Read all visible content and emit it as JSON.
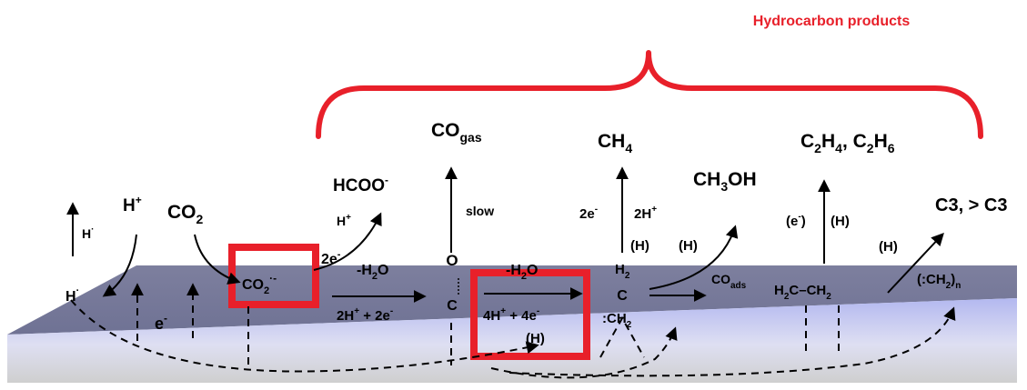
{
  "title": "Hydrocarbon products",
  "colors": {
    "accent": "#e8202a",
    "surface_top": "#7b7d9c",
    "surface_front_top": "#b8bcf2",
    "surface_front_bottom": "#d8d8d8",
    "line": "#000000"
  },
  "labels": {
    "h_radical_up": "H",
    "h_radical_up_sup": "·",
    "h_plus": "H",
    "h_plus_sup": "+",
    "co2": "CO",
    "co2_sub": "2",
    "h_radical_surface": "H",
    "h_radical_surface_sup": "·",
    "electron": "e",
    "electron_sup": "-",
    "co2_radical": "CO",
    "co2_radical_sub": "2",
    "co2_radical_sup": "·-",
    "two_e": "2e",
    "two_e_sup": "-",
    "formate": "HCOO",
    "formate_sup": "-",
    "formate_h": "H",
    "formate_h_sup": "+",
    "minus_water_1": "-H",
    "minus_water_1_sub": "2",
    "minus_water_1_tail": "O",
    "two_h_two_e": "2H",
    "two_h_two_e_sup1": "+",
    "two_h_two_e_mid": " + 2e",
    "two_h_two_e_sup2": "-",
    "co_gas": "CO",
    "co_gas_sub": "gas",
    "slow": "slow",
    "adsorbed_o": "O",
    "adsorbed_c": "C",
    "minus_water_2": "-H",
    "minus_water_2_sub": "2",
    "minus_water_2_tail": "O",
    "four_h_four_e": "4H",
    "four_h_four_e_sup1": "+",
    "four_h_four_e_mid": " + 4e",
    "four_h_four_e_sup2": "-",
    "h_paren_1": "(H)",
    "methane": "CH",
    "methane_sub": "4",
    "methane_e": "2e",
    "methane_e_sup": "-",
    "methane_h": "2H",
    "methane_h_sup": "+",
    "h_paren_2": "(H)",
    "h2_label": "H",
    "h2_label_sub": "2",
    "carbon_label": "C",
    "methanol": "CH",
    "methanol_sub": "3",
    "methanol_tail": "OH",
    "h_paren_3": "(H)",
    "co_ads": "CO",
    "co_ads_sub": "ads",
    "methylene": ":CH",
    "methylene_sub": "2",
    "c2_products": "C",
    "c2_products_sub1": "2",
    "c2_products_mid1": "H",
    "c2_products_sub2": "4",
    "c2_products_mid2": ", C",
    "c2_products_sub3": "2",
    "c2_products_mid3": "H",
    "c2_products_sub4": "6",
    "e_paren": "(e",
    "e_paren_sup": "-",
    "e_paren_tail": ")",
    "h_paren_4": "(H)",
    "ethylene_surface": "H",
    "ethylene_surface_sub1": "2",
    "ethylene_surface_mid": "C–CH",
    "ethylene_surface_sub2": "2",
    "h_paren_5": "(H)",
    "ch2_chain": "(:CH",
    "ch2_chain_sub": "2",
    "ch2_chain_tail": ")",
    "ch2_chain_sub2": "n",
    "c3_products": "C3, > C3"
  }
}
